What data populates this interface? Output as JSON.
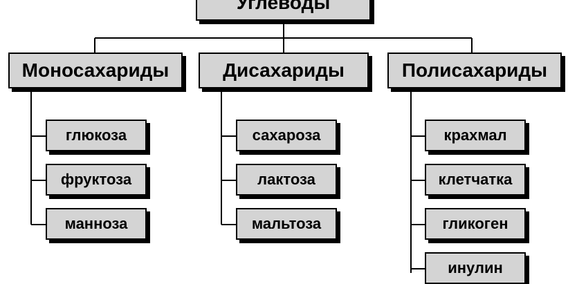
{
  "diagram": {
    "root": "Углеводы",
    "categories": [
      {
        "label": "Моносахариды",
        "items": [
          "глюкоза",
          "фруктоза",
          "манноза"
        ]
      },
      {
        "label": "Дисахариды",
        "items": [
          "сахароза",
          "лактоза",
          "мальтоза"
        ]
      },
      {
        "label": "Полисахариды",
        "items": [
          "крахмал",
          "клетчатка",
          "гликоген",
          "инулин"
        ]
      }
    ]
  }
}
